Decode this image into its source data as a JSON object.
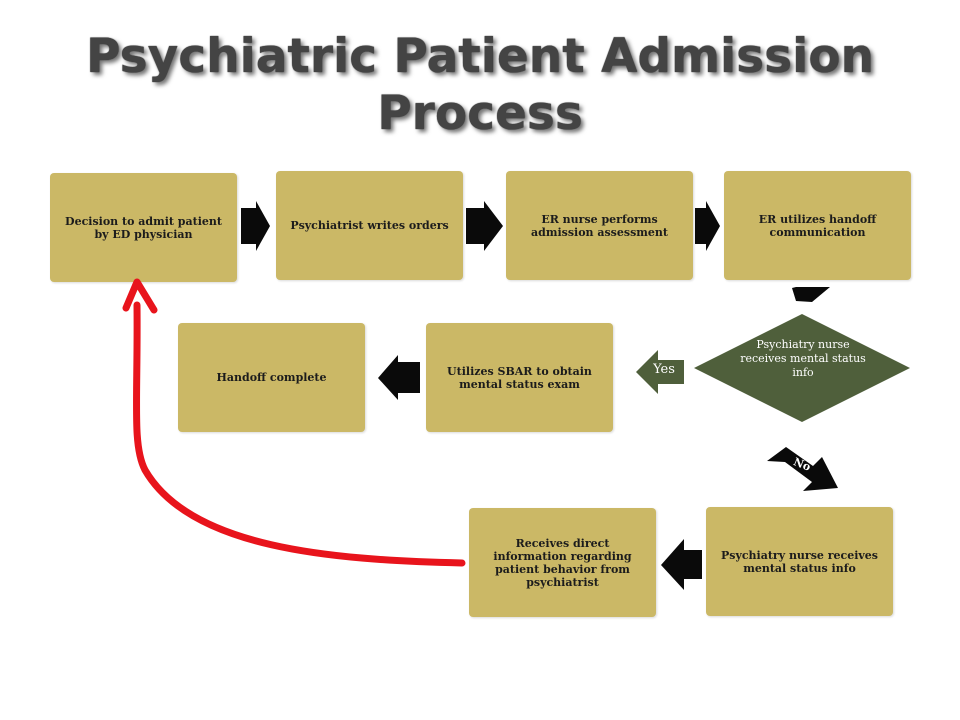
{
  "title": "Psychiatric Patient Admission Process",
  "nodes": {
    "decision_to_admit": "Decision to admit patient by ED physician",
    "psychiatrist_writes_orders": "Psychiatrist writes orders",
    "er_nurse_assessment": "ER nurse performs admission assessment",
    "er_handoff": "ER utilizes handoff communication",
    "psych_nurse_decision": "Psychiatry nurse receives mental status info",
    "utilizes_sbar": "Utilizes SBAR to obtain mental status exam",
    "handoff_complete": "Handoff complete",
    "psych_nurse_receives": "Psychiatry nurse receives mental status info",
    "direct_information": "Receives direct information regarding patient behavior from psychiatrist"
  },
  "branch_labels": {
    "yes": "Yes",
    "no": "No"
  },
  "colors": {
    "box_fill": "#cbb866",
    "decision_fill": "#4f5f3b",
    "arrow_fill": "#0a0a0a",
    "loop_arrow": "#e8141c"
  }
}
